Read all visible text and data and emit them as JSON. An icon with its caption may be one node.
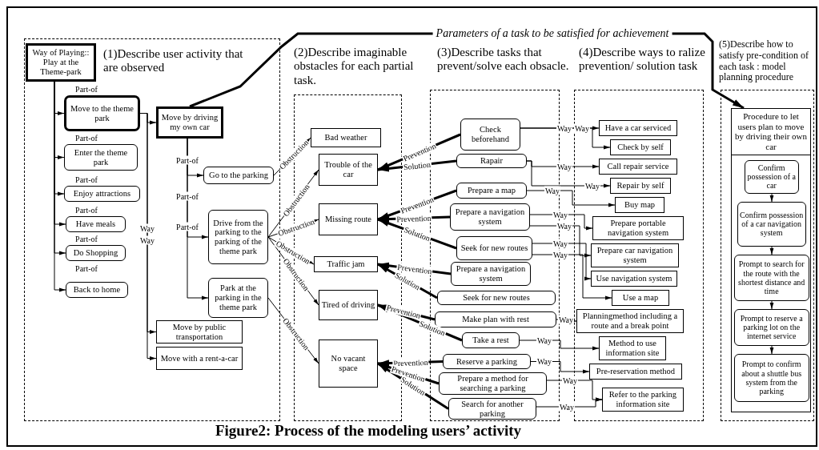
{
  "diagram": {
    "caption": "Figure2: Process of the modeling users’ activity",
    "nodes": [
      {
        "text": [
          "(1)Describe user activity that are observed"
        ]
      },
      {
        "text": [
          "Way of Playing:: Play at the Theme-park"
        ],
        "in": 0
      },
      {
        "text": [
          "Move to the theme park"
        ],
        "in": 0
      },
      {
        "text": [
          "Enter the theme park"
        ],
        "in": 0
      },
      {
        "text": [
          "Enjoy attractions"
        ],
        "in": 0
      },
      {
        "text": [
          "Have meals"
        ],
        "in": 0
      },
      {
        "text": [
          "Do Shopping"
        ],
        "in": 0
      },
      {
        "text": [
          "Back to home"
        ],
        "in": 0
      },
      {
        "text": [
          "Move by driving my own car"
        ],
        "in": 0
      },
      {
        "text": [
          "Go to the parking"
        ],
        "in": 0
      },
      {
        "text": [
          "Drive from the parking to the parking of the theme park"
        ],
        "in": 0
      },
      {
        "text": [
          "Park at the parking in the theme park"
        ],
        "in": 0
      },
      {
        "text": [
          "Move by public transportation"
        ],
        "in": 0
      },
      {
        "text": [
          "Move with a rent-a-car"
        ],
        "in": 0
      },
      {
        "text": [
          "(2)Describe imaginable obstacles for each partial task."
        ]
      },
      {
        "text": [
          "Bad weather"
        ],
        "in": 14
      },
      {
        "text": [
          "Trouble of the car"
        ],
        "in": 14
      },
      {
        "text": [
          "Missing route"
        ],
        "in": 14
      },
      {
        "text": [
          "Traffic jam"
        ],
        "in": 14
      },
      {
        "text": [
          "Tired of driving"
        ],
        "in": 14
      },
      {
        "text": [
          "No vacant space"
        ],
        "in": 14
      },
      {
        "text": [
          "(3)Describe tasks that prevent/solve each obsacle."
        ]
      },
      {
        "text": [
          "Check beforehand"
        ],
        "in": 21
      },
      {
        "text": [
          "Rapair"
        ],
        "in": 21
      },
      {
        "text": [
          "Prepare a map"
        ],
        "in": 21
      },
      {
        "text": [
          "Prepare a navigation system"
        ],
        "in": 21
      },
      {
        "text": [
          "Seek for new routes"
        ],
        "in": 21
      },
      {
        "text": [
          "Prepare a navigation system"
        ],
        "in": 21
      },
      {
        "text": [
          "Seek for new routes"
        ],
        "in": 21
      },
      {
        "text": [
          "Make plan with rest"
        ],
        "in": 21
      },
      {
        "text": [
          "Take a rest"
        ],
        "in": 21
      },
      {
        "text": [
          "Reserve a parking"
        ],
        "in": 21
      },
      {
        "text": [
          "Prepare a method for searching a parking"
        ],
        "in": 21
      },
      {
        "text": [
          "Search for another parking"
        ],
        "in": 21
      },
      {
        "text": [
          "(4)Describe ways to ralize prevention/ solution task"
        ]
      },
      {
        "text": [
          "Have a car serviced"
        ],
        "in": 34
      },
      {
        "text": [
          "Check by self"
        ],
        "in": 34
      },
      {
        "text": [
          "Call repair service"
        ],
        "in": 34
      },
      {
        "text": [
          "Repair by self"
        ],
        "in": 34
      },
      {
        "text": [
          "Buy map"
        ],
        "in": 34
      },
      {
        "text": [
          "Prepare portable navigation system"
        ],
        "in": 34
      },
      {
        "text": [
          "Prepare car navigation system"
        ],
        "in": 34
      },
      {
        "text": [
          "Use navigation system"
        ],
        "in": 34
      },
      {
        "text": [
          "Use a map"
        ],
        "in": 34
      },
      {
        "text": [
          "Planningmethod including a route and a break point"
        ],
        "in": 34
      },
      {
        "text": [
          "Method to use information site"
        ],
        "in": 34
      },
      {
        "text": [
          "Pre-reservation method"
        ],
        "in": 34
      },
      {
        "text": [
          "Refer to the parking information site"
        ],
        "in": 34
      },
      {
        "text": [
          "(5)Describe how to satisfy pre-condition of each task : model planning procedure"
        ]
      },
      {
        "text": [
          "Procedure to let users plan to move by driving their own car"
        ],
        "in": 48
      },
      {
        "text": [
          "Confirm possession of a car"
        ],
        "in": 49
      },
      {
        "text": [
          "Confirm possession of a car navigation system"
        ],
        "in": 49
      },
      {
        "text": [
          "Prompt to search for the route with the shortest distance and time"
        ],
        "in": 49
      },
      {
        "text": [
          "Prompt to reserve a parking lot on the internet service"
        ],
        "in": 49
      },
      {
        "text": [
          "Prompt to confirm about a shuttle bus system from the parking"
        ],
        "in": 49
      }
    ],
    "edges": [
      {
        "from": 1,
        "to": 2,
        "arrow": "to",
        "label": "Part-of"
      },
      {
        "from": 1,
        "to": 3,
        "arrow": "to",
        "label": "Part-of"
      },
      {
        "from": 1,
        "to": 4,
        "arrow": "to",
        "label": "Part-of"
      },
      {
        "from": 1,
        "to": 5,
        "arrow": "to",
        "label": "Part-of"
      },
      {
        "from": 1,
        "to": 6,
        "arrow": "to",
        "label": "Part-of"
      },
      {
        "from": 1,
        "to": 7,
        "arrow": "to",
        "label": "Part-of"
      },
      {
        "from": 2,
        "to": 8,
        "arrow": "to"
      },
      {
        "from": 2,
        "to": 12,
        "arrow": "to",
        "label": "Way"
      },
      {
        "from": 2,
        "to": 13,
        "arrow": "to",
        "label": "Way"
      },
      {
        "from": 8,
        "to": 9,
        "arrow": "to",
        "label": "Part-of"
      },
      {
        "from": 8,
        "to": 10,
        "arrow": "to",
        "label": "Part-of"
      },
      {
        "from": 8,
        "to": 11,
        "arrow": "to",
        "label": "Part-of"
      },
      {
        "from": 9,
        "to": 15,
        "arrow": "to",
        "label": "Obstruction"
      },
      {
        "from": 10,
        "to": 16,
        "arrow": "to",
        "label": "Obstruction"
      },
      {
        "from": 10,
        "to": 17,
        "arrow": "to",
        "label": "Obstruction"
      },
      {
        "from": 10,
        "to": 18,
        "arrow": "to",
        "label": "Obstruction"
      },
      {
        "from": 10,
        "to": 19,
        "arrow": "to",
        "label": "Obstruction"
      },
      {
        "from": 11,
        "to": 20,
        "arrow": "to",
        "label": "Obstruction"
      },
      {
        "from": 22,
        "to": 16,
        "arrow": "to",
        "label": "Prevention",
        "style": "thick"
      },
      {
        "from": 23,
        "to": 16,
        "arrow": "to",
        "label": "Solution",
        "style": "thick"
      },
      {
        "from": 24,
        "to": 17,
        "arrow": "to",
        "label": "Prevention",
        "style": "thick"
      },
      {
        "from": 25,
        "to": 17,
        "arrow": "to",
        "label": "Prevention",
        "style": "thick"
      },
      {
        "from": 26,
        "to": 17,
        "arrow": "to",
        "label": "Solution",
        "style": "thick"
      },
      {
        "from": 27,
        "to": 18,
        "arrow": "to",
        "label": "Prevention",
        "style": "thick"
      },
      {
        "from": 28,
        "to": 18,
        "arrow": "to",
        "label": "Solution",
        "style": "thick"
      },
      {
        "from": 29,
        "to": 19,
        "arrow": "to",
        "label": "Prevention",
        "style": "thick"
      },
      {
        "from": 30,
        "to": 19,
        "arrow": "to",
        "label": "Solution",
        "style": "thick"
      },
      {
        "from": 31,
        "to": 20,
        "arrow": "to",
        "label": "Prevention",
        "style": "thick"
      },
      {
        "from": 32,
        "to": 20,
        "arrow": "to",
        "label": "Prevention",
        "style": "thick"
      },
      {
        "from": 33,
        "to": 20,
        "arrow": "to",
        "label": "Solution",
        "style": "thick"
      },
      {
        "from": 22,
        "to": 35,
        "arrow": "to",
        "label": "Way"
      },
      {
        "from": 22,
        "to": 36,
        "arrow": "to",
        "label": "Way"
      },
      {
        "from": 23,
        "to": 37,
        "arrow": "to",
        "label": "Way"
      },
      {
        "from": 23,
        "to": 38,
        "arrow": "to",
        "label": "Way"
      },
      {
        "from": 24,
        "to": 39,
        "arrow": "to",
        "label": "Way"
      },
      {
        "from": 25,
        "to": 40,
        "arrow": "to",
        "label": "Way"
      },
      {
        "from": 25,
        "to": 41,
        "arrow": "to",
        "label": "Way"
      },
      {
        "from": 26,
        "to": 42,
        "arrow": "to",
        "label": "Way"
      },
      {
        "from": 26,
        "to": 43,
        "arrow": "to",
        "label": "Way"
      },
      {
        "from": 29,
        "to": 44,
        "arrow": "to",
        "label": "Way"
      },
      {
        "from": 30,
        "to": 45,
        "arrow": "to",
        "label": "Way"
      },
      {
        "from": 31,
        "to": 46,
        "arrow": "to",
        "label": "Way"
      },
      {
        "from": 32,
        "to": 47,
        "arrow": "to",
        "label": "Way"
      },
      {
        "from": 33,
        "to": 47,
        "arrow": "to",
        "label": "Way"
      },
      {
        "from": 50,
        "to": 51,
        "arrow": "to"
      },
      {
        "from": 51,
        "to": 52,
        "arrow": "to"
      },
      {
        "from": 52,
        "to": 53,
        "arrow": "to"
      },
      {
        "from": 53,
        "to": 54,
        "arrow": "to"
      },
      {
        "from": 8,
        "to": 49,
        "arrow": "to",
        "label": "Parameters of a task to be satisfied for achievement",
        "style": "thick"
      }
    ]
  }
}
